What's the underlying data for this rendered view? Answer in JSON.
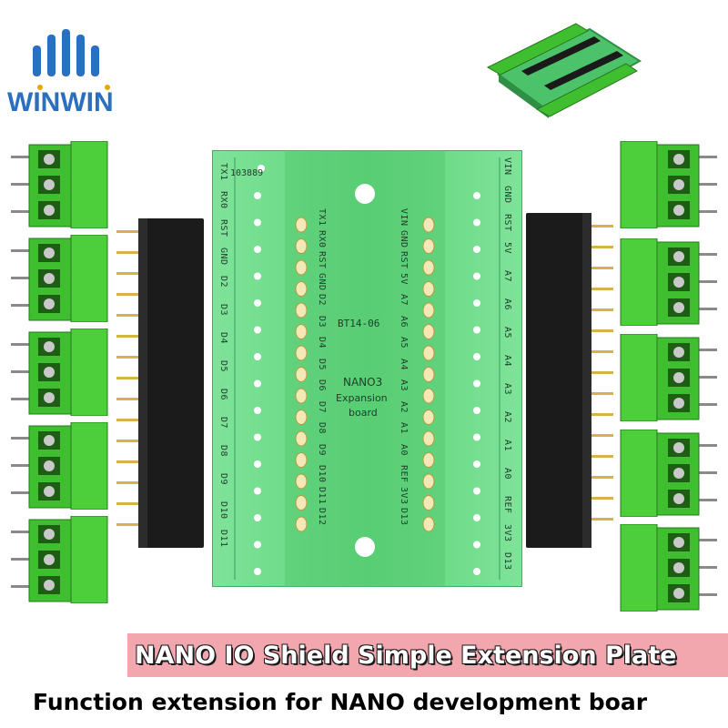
{
  "brand": {
    "name": "WINWIN",
    "color": "#2a6fc0",
    "accent": "#f0a400"
  },
  "board": {
    "code": "103889",
    "model": "BT14-06",
    "name_line1": "NANO3",
    "name_line2": "Expansion",
    "name_line3": "board",
    "color": "#5fd47a",
    "left_edge_labels": [
      "TX1",
      "RX0",
      "RST",
      "GND",
      "D2",
      "D3",
      "D4",
      "D5",
      "D6",
      "D7",
      "D8",
      "D9",
      "D10",
      "D11"
    ],
    "right_edge_labels": [
      "VIN",
      "GND",
      "RST",
      "5V",
      "A7",
      "A6",
      "A5",
      "A4",
      "A3",
      "A2",
      "A1",
      "A0",
      "REF",
      "3V3",
      "D13"
    ],
    "inner_left_labels": [
      "TX1",
      "RX0",
      "RST",
      "GND",
      "D2",
      "D3",
      "D4",
      "D5",
      "D6",
      "D7",
      "D8",
      "D9",
      "D10",
      "D11",
      "D12"
    ],
    "inner_right_labels": [
      "VIN",
      "GND",
      "RST",
      "5V",
      "A7",
      "A6",
      "A5",
      "A4",
      "A3",
      "A2",
      "A1",
      "A0",
      "REF",
      "3V3",
      "D13"
    ]
  },
  "banner": {
    "title": "NANO IO Shield Simple Extension Plate",
    "subtitle": "Function extension for NANO development boar"
  },
  "colors": {
    "terminal": "#3fbf2f",
    "terminal_dark": "#2a8f1f",
    "header": "#1a1a1a",
    "pin": "#d6b24a"
  }
}
